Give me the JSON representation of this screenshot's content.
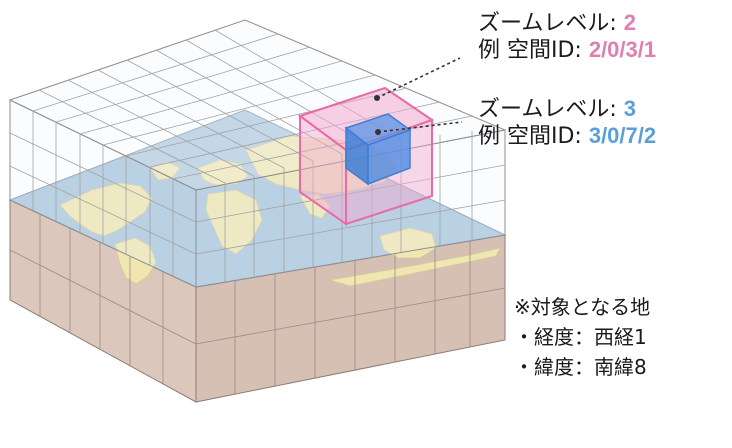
{
  "level2": {
    "zoom_prefix": "ズームレベル: ",
    "zoom_value": "2",
    "id_prefix": "例 空間ID: ",
    "id_value": "2/0/3/1",
    "color": "#e07fb0"
  },
  "level3": {
    "zoom_prefix": "ズームレベル: ",
    "zoom_value": "3",
    "id_prefix": "例 空間ID: ",
    "id_value": "3/0/7/2",
    "color": "#5b9fd8"
  },
  "notes": [
    "※対象となる地",
    "・経度：西経1",
    "・緯度：南緯8"
  ],
  "colors": {
    "ocean": "#a9c6de",
    "land": "#efe6b2",
    "underground": "#dcc7bc",
    "grid": "#9a9a9a",
    "highlight_cube": "#e86aa8",
    "inner_cube": "#3d7fd6"
  }
}
